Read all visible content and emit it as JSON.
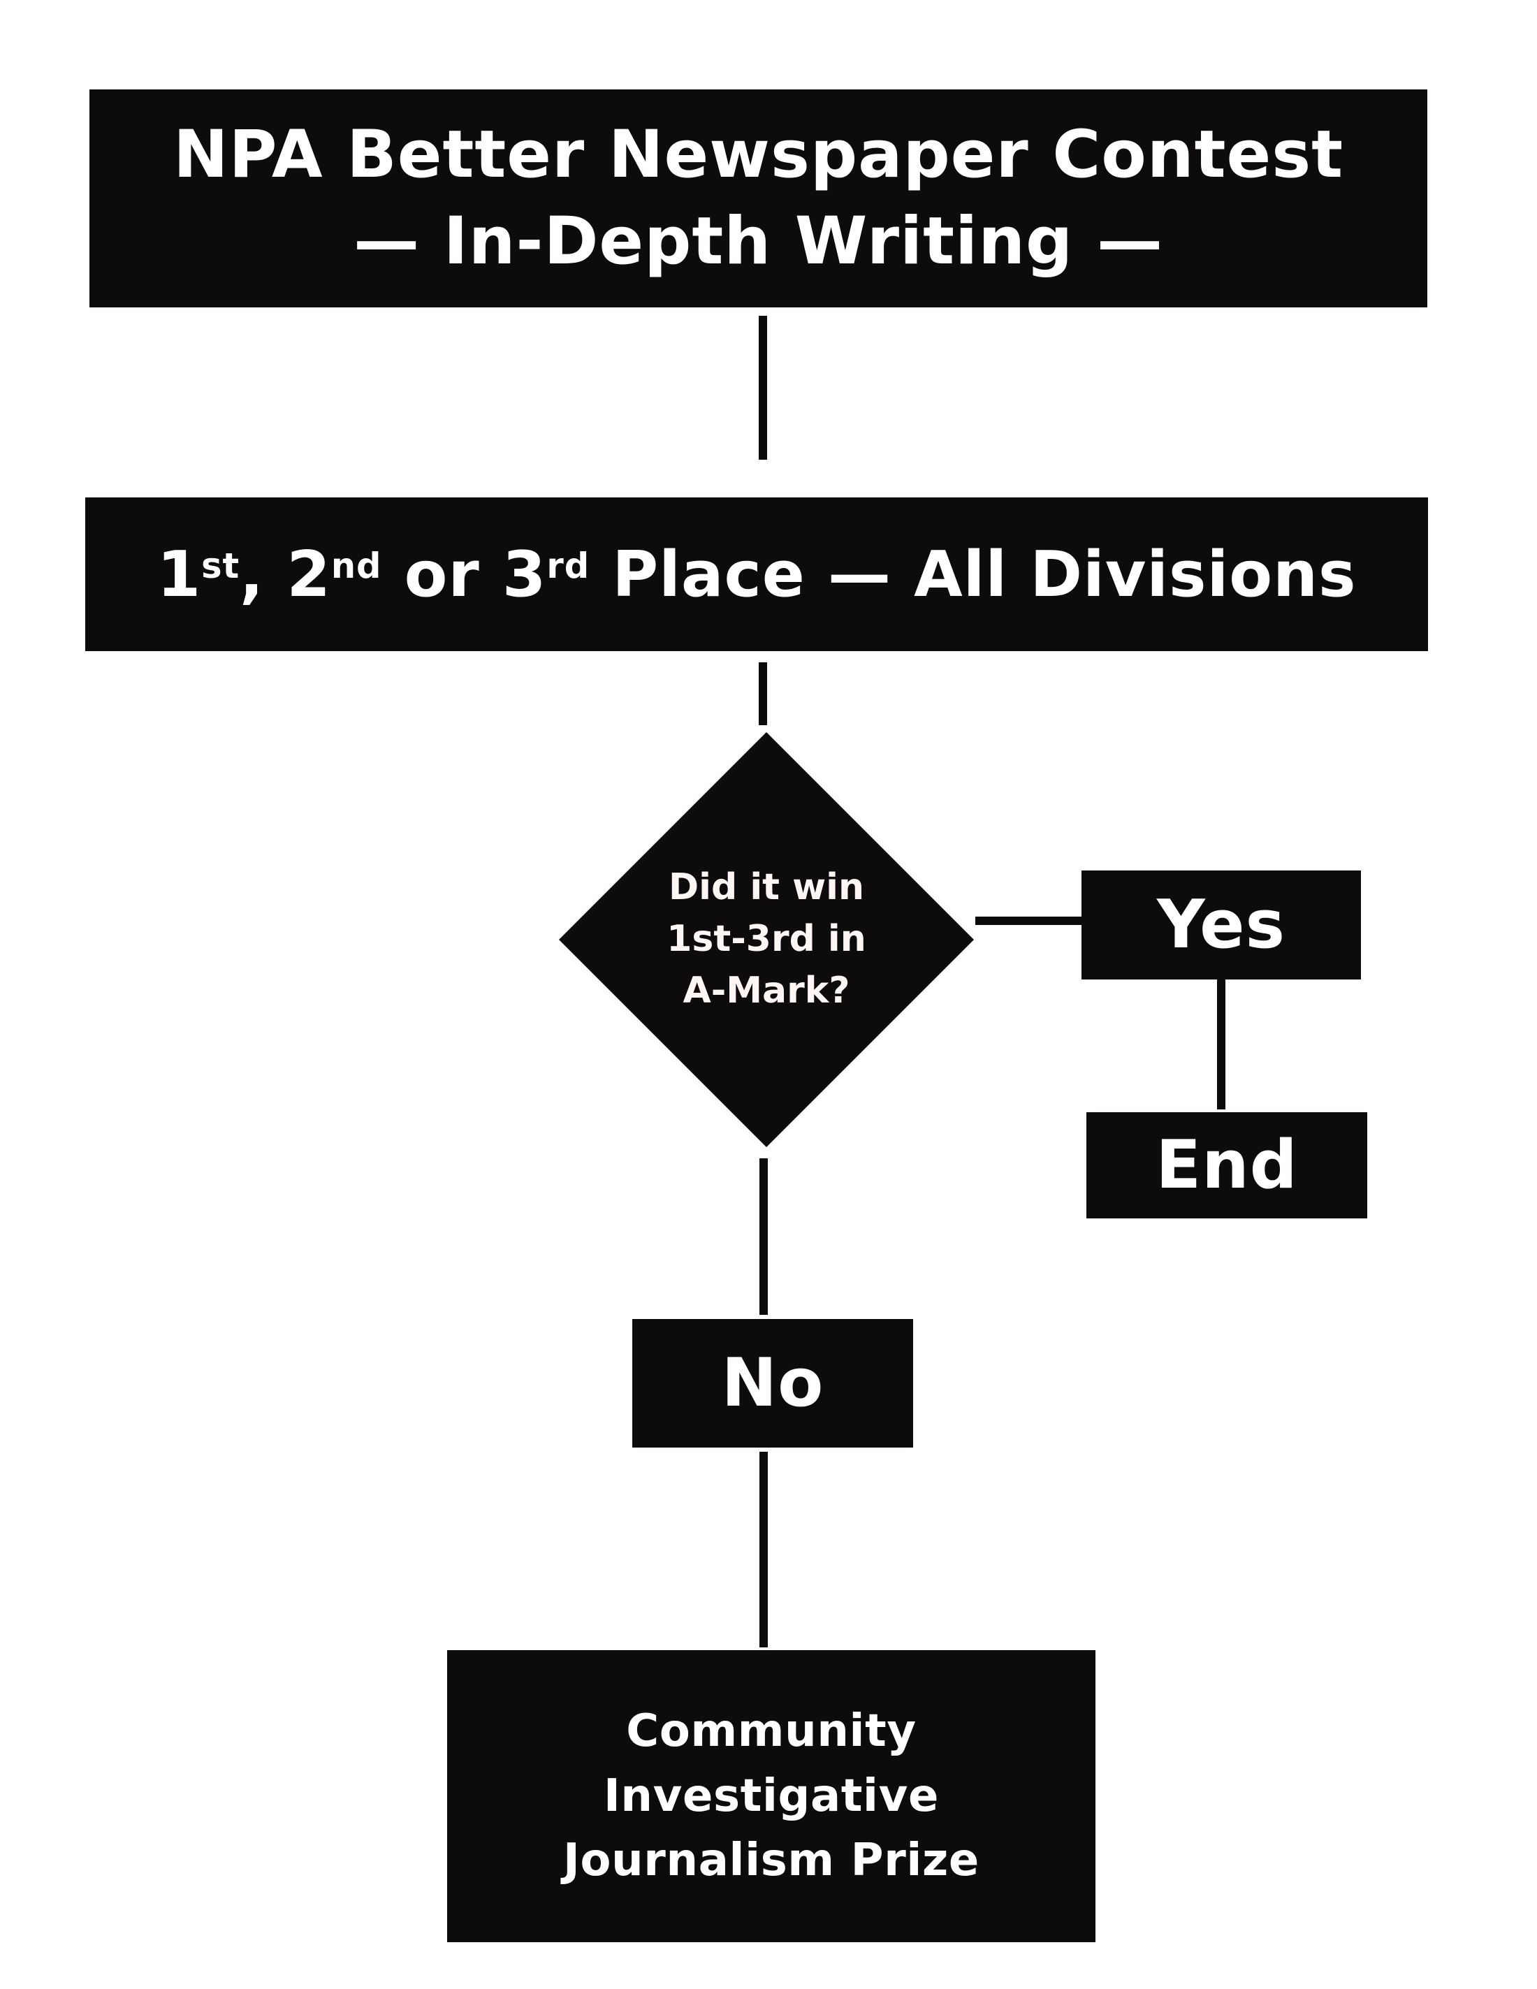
{
  "flowchart": {
    "title_box": {
      "line1": "NPA Better Newspaper Contest",
      "line2": "— In-Depth Writing —"
    },
    "division_box": {
      "n1": "1",
      "s1": "st",
      "sep1": ", ",
      "n2": "2",
      "s2": "nd",
      "sep2": " or ",
      "n3": "3",
      "s3": "rd",
      "rest": " Place — All Divisions"
    },
    "decision_diamond": {
      "line1": "Did it win",
      "line2": "1st-3rd in",
      "line3": "A-Mark?"
    },
    "yes_box": {
      "label": "Yes"
    },
    "end_box": {
      "label": "End"
    },
    "no_box": {
      "label": "No"
    },
    "prize_box": {
      "line1": "Community",
      "line2": "Investigative",
      "line3": "Journalism Prize"
    },
    "colors": {
      "node_background": "#0d0b0c",
      "node_text": "#ffffff",
      "page_background": "#ffffff",
      "connector": "#0d0b0c"
    }
  }
}
